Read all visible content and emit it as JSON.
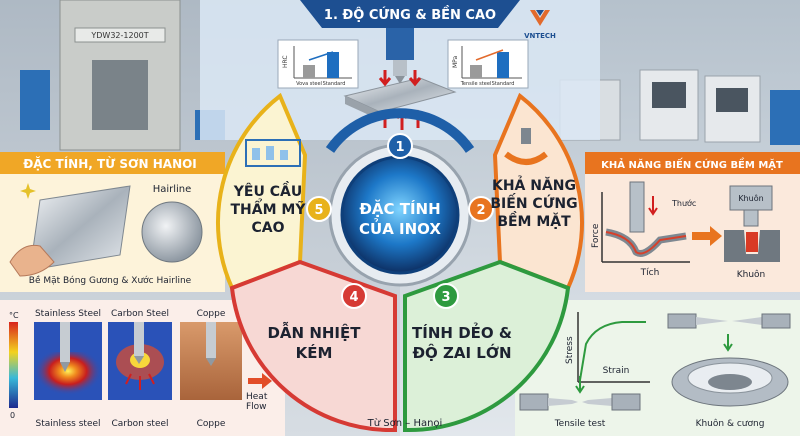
{
  "brand": {
    "name": "VNTECH"
  },
  "machine_label": "YDW32-1200T",
  "header": {
    "title": "1. ĐỘ CỨNG & BỀN CAO"
  },
  "hardness_chart": {
    "ylabel": "HRC",
    "categories": [
      "Vova steel",
      "Standard"
    ],
    "values": [
      1.0,
      2.0
    ]
  },
  "tensile_chart": {
    "ylabel": "MPa",
    "categories": [
      "Tensile steel",
      "Standard"
    ],
    "values": [
      1.0,
      2.0
    ]
  },
  "center": {
    "line1": "ĐẶC TÍNH",
    "line2": "CỦA INOX"
  },
  "segments": [
    {
      "number": "1"
    },
    {
      "number": "2",
      "title_lines": [
        "KHẢ NĂNG",
        "BIẾN CỨNG",
        "BỀM MẶT"
      ]
    },
    {
      "number": "3",
      "title_lines": [
        "TÍNH DẺO &",
        "ĐỘ ZAI LỚN"
      ]
    },
    {
      "number": "4",
      "title_lines": [
        "DẪN NHIỆT",
        "KÉM"
      ]
    },
    {
      "number": "5",
      "title_lines": [
        "YÊU CẦU",
        "THẨM MỸ",
        "CAO"
      ]
    }
  ],
  "left_panel": {
    "header": "ĐẶC TÍNH, TỪ SƠN HANOI",
    "hairline_label": "Hairline",
    "caption": "Bề Mặt Bóng Gương & Xước Hairline"
  },
  "right_panel": {
    "header": "KHẢ NĂNG BIẾN CỨNG BỀM MẶT",
    "ylabel": "Force",
    "xlabel": "Tích",
    "ruler_label": "Thước",
    "die_top": "Khuôn",
    "die_bottom": "Khuôn"
  },
  "heat_panel": {
    "unit": "°C",
    "scale_zero": "0",
    "top_labels": [
      "Stainless Steel",
      "Carbon Steel",
      "Coppe"
    ],
    "bottom_labels": [
      "Stainless steel",
      "Carbon steel",
      "Coppe"
    ],
    "heat_flow": "Heat\nFlow"
  },
  "ductility_panel": {
    "ylabel": "Stress",
    "xlabel": "Strain",
    "tensile_label": "Tensile test",
    "bowl_label": "Khuôn & cương"
  },
  "footer": {
    "location": "Từ Sơn – Hanọi"
  },
  "colors": {
    "seg1": "#1e5fa8",
    "seg2": "#e8741f",
    "seg3": "#2e9a3f",
    "seg4": "#d63a34",
    "seg5": "#e8b21a",
    "navy": "#0e3f7a"
  }
}
